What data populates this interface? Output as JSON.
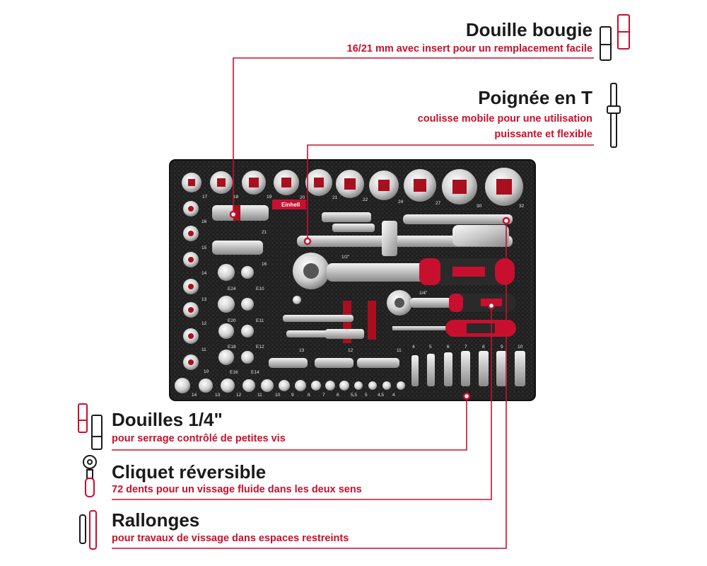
{
  "callouts": {
    "spark_plug": {
      "title": "Douille bougie",
      "subtitle": "16/21 mm avec insert pour un remplacement facile"
    },
    "t_handle": {
      "title": "Poignée en T",
      "subtitle_line1": "coulisse mobile pour une utilisation",
      "subtitle_line2": "puissante et flexible"
    },
    "quarter_sockets": {
      "title": "Douilles 1/4\"",
      "subtitle": "pour serrage contrôlé de petites vis"
    },
    "ratchet": {
      "title": "Cliquet réversible",
      "subtitle": "72 dents pour un vissage fluide dans les deux sens"
    },
    "extensions": {
      "title": "Rallonges",
      "subtitle": "pour travaux de vissage dans espaces restreints"
    }
  },
  "tray": {
    "brand": "Einhell",
    "top_row_labels": [
      "17",
      "18",
      "19",
      "20",
      "21",
      "22",
      "24",
      "27",
      "30",
      "32"
    ],
    "left_column_labels": [
      "16",
      "15",
      "14",
      "13",
      "12",
      "11",
      "10"
    ],
    "spark_plug_labels": [
      "21",
      "16"
    ],
    "torx_labels": [
      "E24",
      "E10",
      "E20",
      "E11",
      "E18",
      "E12",
      "E16",
      "E14"
    ],
    "drive_label_half": "1/2\"",
    "drive_label_quarter": "1/4\"",
    "deep_socket_labels": [
      "13",
      "12",
      "11"
    ],
    "bottom_row_labels": [
      "14",
      "13",
      "12",
      "11",
      "10",
      "9",
      "8",
      "7",
      "6",
      "5,5",
      "5",
      "4,5",
      "4"
    ],
    "bit_labels": [
      "4",
      "5",
      "6",
      "7",
      "8",
      "9",
      "10"
    ]
  },
  "colors": {
    "accent": "#c8102e",
    "text": "#1a1a1a",
    "tray": "#1c1c1c",
    "foam_red": "#a8101f"
  }
}
